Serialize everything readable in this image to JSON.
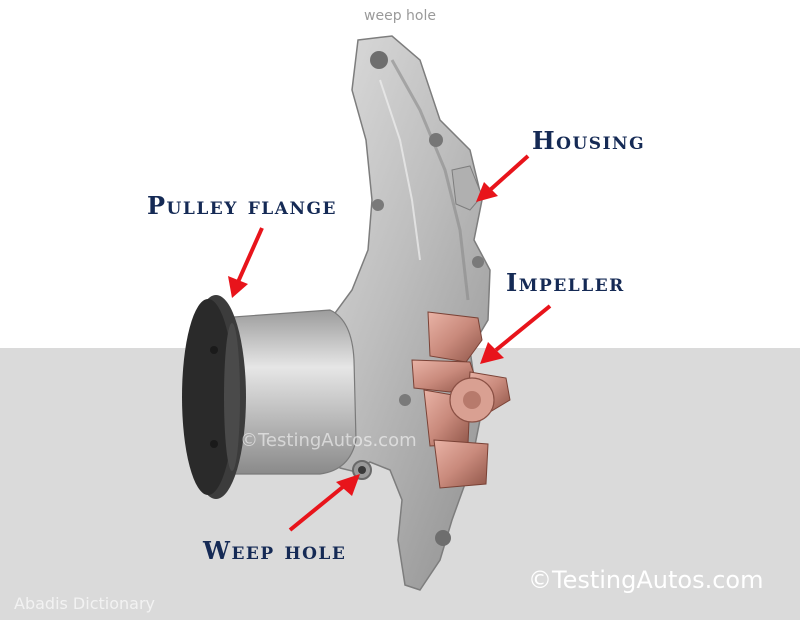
{
  "header": {
    "caption": "weep hole"
  },
  "callouts": {
    "housing": "Housing",
    "pulley_flange": "Pulley flange",
    "impeller": "Impeller",
    "weep_hole": "Weep hole"
  },
  "footer": {
    "copyright": "©TestingAutos.com",
    "dictionary": "Abadis Dictionary"
  },
  "watermark": "©TestingAutos.com",
  "colors": {
    "label": "#152a55",
    "arrow": "#e8141b",
    "metal": "#b9b9b9",
    "pulley": "#3c3c3c",
    "impeller": "#c98a7c",
    "background_lower": "#dadada"
  }
}
